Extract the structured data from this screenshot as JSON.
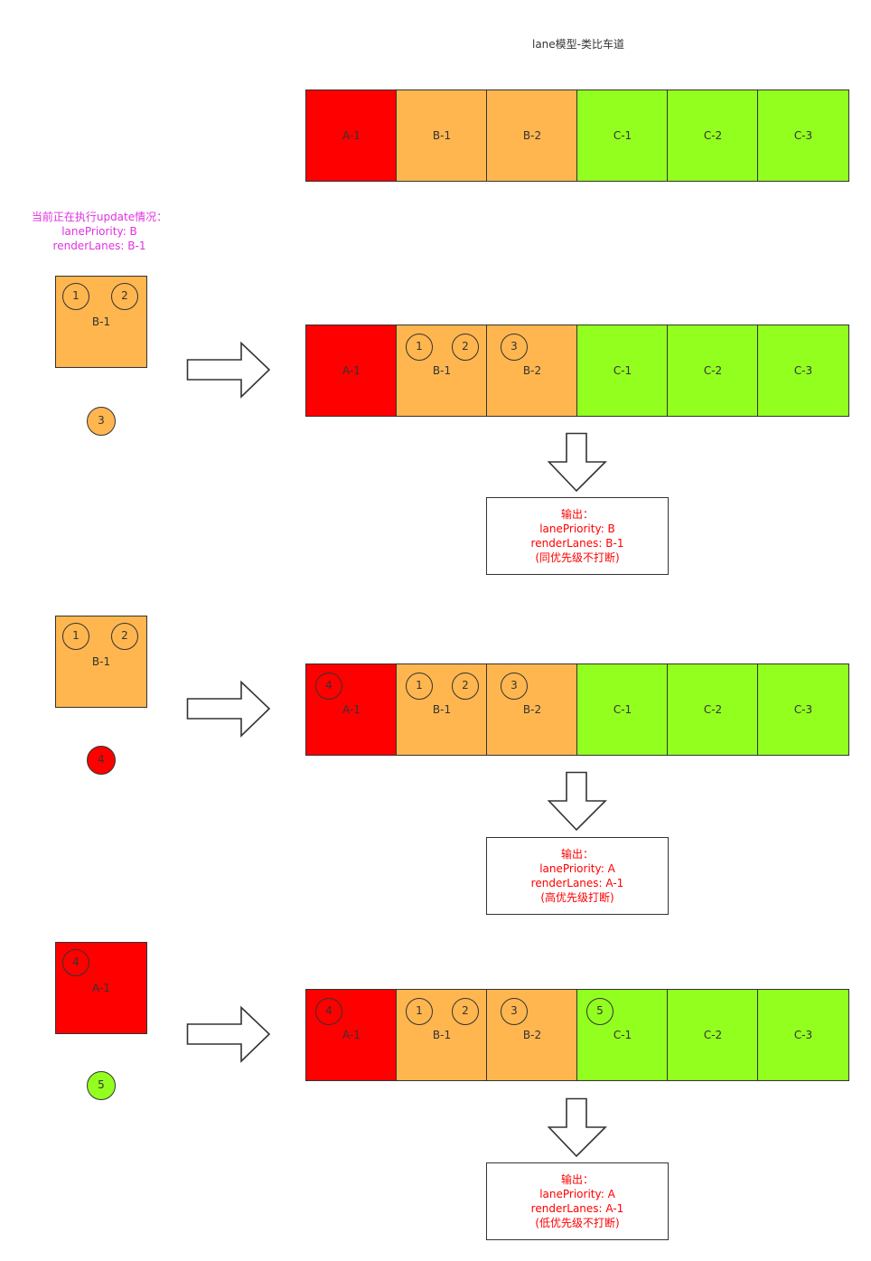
{
  "title": "lane模型-类比车道",
  "current_state": {
    "heading": "当前正在执行update情况：",
    "lane_priority": "lanePriority: B",
    "render_lanes": "renderLanes: B-1"
  },
  "lanes": [
    {
      "label": "A-1",
      "color": "#ff0000"
    },
    {
      "label": "B-1",
      "color": "#ffb64f"
    },
    {
      "label": "B-2",
      "color": "#ffb64f"
    },
    {
      "label": "C-1",
      "color": "#93ff1f"
    },
    {
      "label": "C-2",
      "color": "#93ff1f"
    },
    {
      "label": "C-3",
      "color": "#93ff1f"
    }
  ],
  "scenarios": [
    {
      "running_lane": "B-1",
      "running_updates": [
        "1",
        "2"
      ],
      "incoming_update": "3",
      "bar_updates": {
        "a1": "",
        "b1a": "1",
        "b1b": "2",
        "b2": "3",
        "c1": ""
      },
      "output": {
        "heading": "输出：",
        "lane_priority": "lanePriority: B",
        "render_lanes": "renderLanes: B-1",
        "note": "(同优先级不打断)"
      }
    },
    {
      "running_lane": "B-1",
      "running_updates": [
        "1",
        "2"
      ],
      "incoming_update": "4",
      "bar_updates": {
        "a1": "4",
        "b1a": "1",
        "b1b": "2",
        "b2": "3",
        "c1": ""
      },
      "output": {
        "heading": "输出：",
        "lane_priority": "lanePriority: A",
        "render_lanes": "renderLanes: A-1",
        "note": "(高优先级打断)"
      }
    },
    {
      "running_lane": "A-1",
      "running_updates": [
        "4"
      ],
      "incoming_update": "5",
      "bar_updates": {
        "a1": "4",
        "b1a": "1",
        "b1b": "2",
        "b2": "3",
        "c1": "5"
      },
      "output": {
        "heading": "输出：",
        "lane_priority": "lanePriority: A",
        "render_lanes": "renderLanes: A-1",
        "note": "(低优先级不打断)"
      }
    }
  ]
}
